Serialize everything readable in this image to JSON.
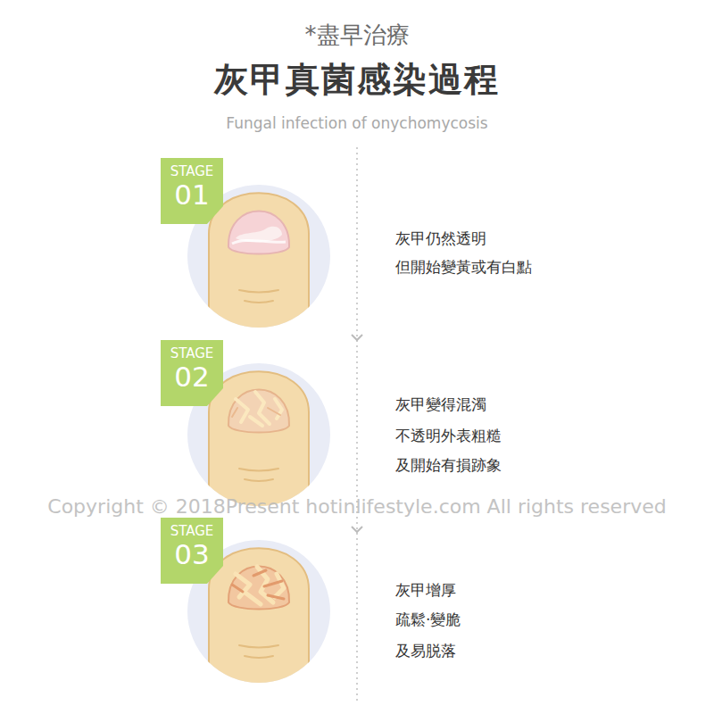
{
  "diagram": {
    "title": "灰甲真菌感染過程",
    "nodes": [
      {
        "text": [
          "STAGE",
          "01"
        ]
      },
      {
        "text": [
          "STAGE",
          "02"
        ]
      },
      {
        "text": [
          "STAGE",
          "03"
        ]
      }
    ],
    "labels": [
      "*盡早治療",
      "Fungal infection of onychomycosis",
      "灰甲仍然透明",
      "但開始變黃或有白點",
      "灰甲變得混濁",
      "不透明外表粗糙",
      "及開始有損跡象",
      "Copyright © 2018Present hotinlifestyle.com All rights reserved",
      "灰甲增厚",
      "疏鬆‧變脆",
      "及易脱落"
    ]
  }
}
